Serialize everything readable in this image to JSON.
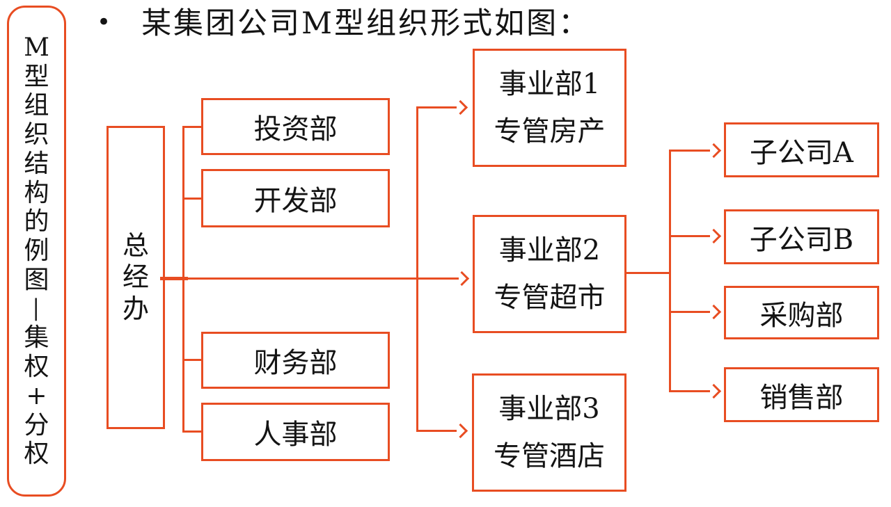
{
  "colors": {
    "accent": "#E84D22",
    "text": "#141414",
    "background": "#FFFFFF"
  },
  "sidebar": {
    "label": "M型组织结构的例图—集权+分权"
  },
  "header": {
    "bullet": "•",
    "title": "某集团公司M型组织形式如图："
  },
  "org_chart": {
    "root": {
      "label": "总经办"
    },
    "functional_departments": [
      {
        "label": "投资部"
      },
      {
        "label": "开发部"
      },
      {
        "label": "财务部"
      },
      {
        "label": "人事部"
      }
    ],
    "divisions": [
      {
        "name": "事业部1",
        "scope": "专管房产"
      },
      {
        "name": "事业部2",
        "scope": "专管超市"
      },
      {
        "name": "事业部3",
        "scope": "专管酒店"
      }
    ],
    "division2_children": [
      {
        "label": "子公司A"
      },
      {
        "label": "子公司B"
      },
      {
        "label": "采购部"
      },
      {
        "label": "销售部"
      }
    ]
  }
}
